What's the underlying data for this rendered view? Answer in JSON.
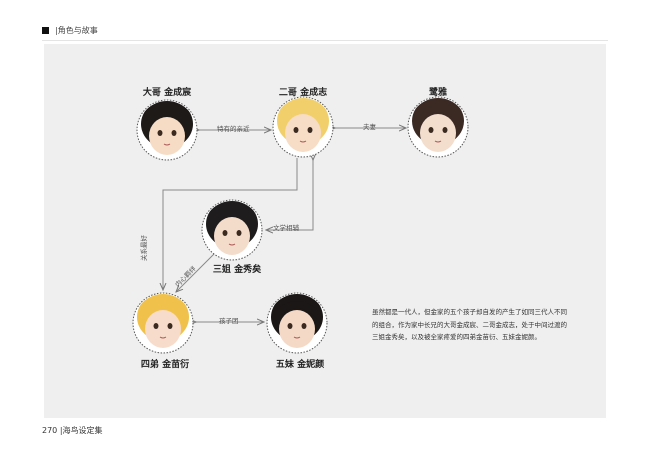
{
  "header": {
    "section": "|角色与故事"
  },
  "footer": {
    "page": "270",
    "book": "|海鸟设定集"
  },
  "characters": [
    {
      "name": "大哥 金成宸",
      "hair": "#1e1a18",
      "skin": "#f6dcc4"
    },
    {
      "name": "二哥 金成志",
      "hair": "#f1cf6a",
      "skin": "#f7dcc6"
    },
    {
      "name": "鹭雅",
      "hair": "#3b2a24",
      "skin": "#f3ddcd"
    },
    {
      "name": "三姐 金秀矣",
      "hair": "#1e1c1c",
      "skin": "#f4dccb"
    },
    {
      "name": "四弟 金苗衍",
      "hair": "#f0c24c",
      "skin": "#f8dccb"
    },
    {
      "name": "五妹 金妮颜",
      "hair": "#1a1716",
      "skin": "#f4d9c6"
    }
  ],
  "relations": {
    "r1": "特有的亲近",
    "r2": "夫妻",
    "r3": "关系最好",
    "r4": "文学相辅",
    "r5": "内心羁绊",
    "r6": "孩子团"
  },
  "description": "虽然都是一代人，但金家的五个孩子却自发的产生了如同三代人不同的组合，作为家中长兄的大哥金成宸、二哥金成志，处于中间过渡的三姐金秀矣，以及被全家疼爱的四弟金苗衍、五妹金妮颜。"
}
